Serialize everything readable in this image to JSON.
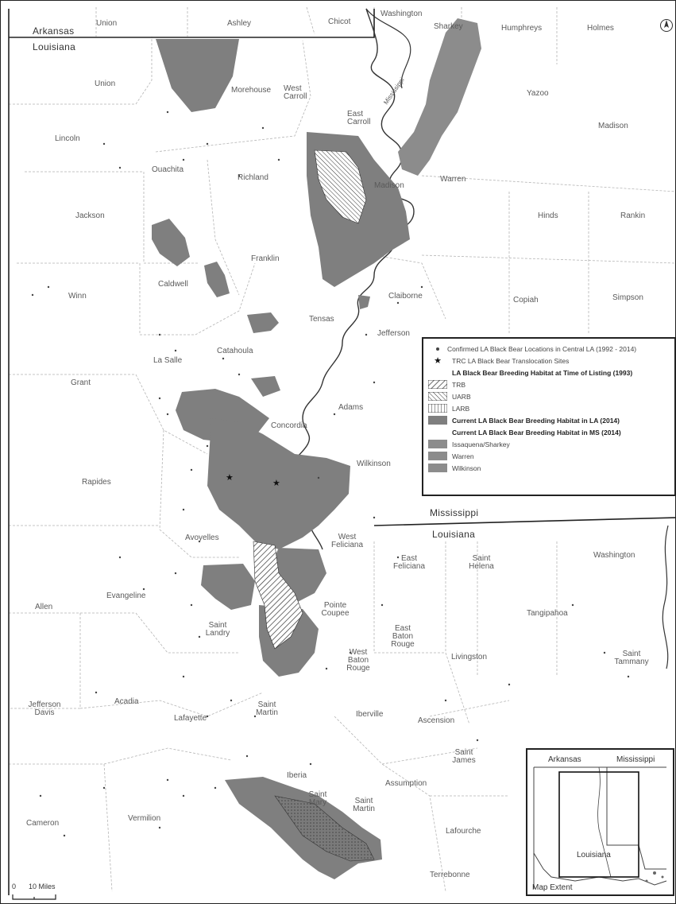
{
  "map": {
    "states": {
      "arkansas": "Arkansas",
      "louisiana": "Louisiana",
      "mississippi": "Mississippi"
    },
    "parishes": {
      "union_ar": "Union",
      "ashley": "Ashley",
      "chicot": "Chicot",
      "washington_top": "Washington",
      "sharkey": "Sharkey",
      "humphreys": "Humphreys",
      "holmes": "Holmes",
      "union": "Union",
      "morehouse": "Morehouse",
      "west_carroll": "West Carroll",
      "east_carroll": "East Carroll",
      "yazoo": "Yazoo",
      "madison": "Madison",
      "lincoln": "Lincoln",
      "ouachita": "Ouachita",
      "richland": "Richland",
      "madison_la": "Madison",
      "warren": "Warren",
      "jackson": "Jackson",
      "hinds": "Hinds",
      "rankin": "Rankin",
      "franklin": "Franklin",
      "caldwell": "Caldwell",
      "claiborne": "Claiborne",
      "copiah": "Copiah",
      "simpson": "Simpson",
      "winn": "Winn",
      "tensas": "Tensas",
      "jefferson": "Jefferson",
      "la_salle": "La Salle",
      "catahoula": "Catahoula",
      "grant": "Grant",
      "adams": "Adams",
      "concordia": "Concordia",
      "rapides": "Rapides",
      "wilkinson": "Wilkinson",
      "avoyelles": "Avoyelles",
      "west_feliciana": "West Feliciana",
      "east_feliciana": "East Feliciana",
      "saint_helena": "Saint Helena",
      "washington": "Washington",
      "allen": "Allen",
      "evangeline": "Evangeline",
      "pointe_coupee": "Pointe Coupee",
      "tangipahoa": "Tangipahoa",
      "saint_landry": "Saint Landry",
      "east_baton_rouge": "East Baton Rouge",
      "west_baton_rouge": "West Baton Rouge",
      "livingston": "Livingston",
      "saint_tammany": "Saint Tammany",
      "jefferson_davis": "Jefferson Davis",
      "acadia": "Acadia",
      "saint_martin": "Saint Martin",
      "lafayette": "Lafayette",
      "iberville": "Iberville",
      "ascension": "Ascension",
      "saint_james": "Saint James",
      "iberia": "Iberia",
      "assumption": "Assumption",
      "cameron": "Cameron",
      "vermilion": "Vermilion",
      "saint_mary": "Saint Mary",
      "saint_martin_south": "Saint Martin",
      "lafourche": "Lafourche",
      "terrebonne": "Terrebonne"
    },
    "river_label": "Mississippi"
  },
  "legend": {
    "item_locations": "Confirmed LA Black Bear Locations in Central LA (1992 - 2014)",
    "item_sites": "TRC LA Black Bear Translocation Sites",
    "header_1993": "LA Black Bear Breeding Habitat at Time of Listing (1993)",
    "item_trb": "TRB",
    "item_uarb": "UARB",
    "item_larb": "LARB",
    "item_current_la": "Current LA Black Bear Breeding Habitat in LA (2014)",
    "header_ms": "Current LA Black Bear Breeding Habitat in MS (2014)",
    "item_issaquena": "Issaquena/Sharkey",
    "item_warren": "Warren",
    "item_wilkinson": "Wilkinson"
  },
  "inset": {
    "arkansas": "Arkansas",
    "mississippi": "Mississippi",
    "louisiana": "Louisiana",
    "title": "Map Extent"
  },
  "scale": {
    "zero": "0",
    "label": "10 Miles"
  },
  "colors": {
    "habitat": "#7f7f7f",
    "habitat_ms": "#8c8c8c",
    "boundary": "#b4b4b4",
    "state_line": "#222222",
    "river": "#333333"
  }
}
